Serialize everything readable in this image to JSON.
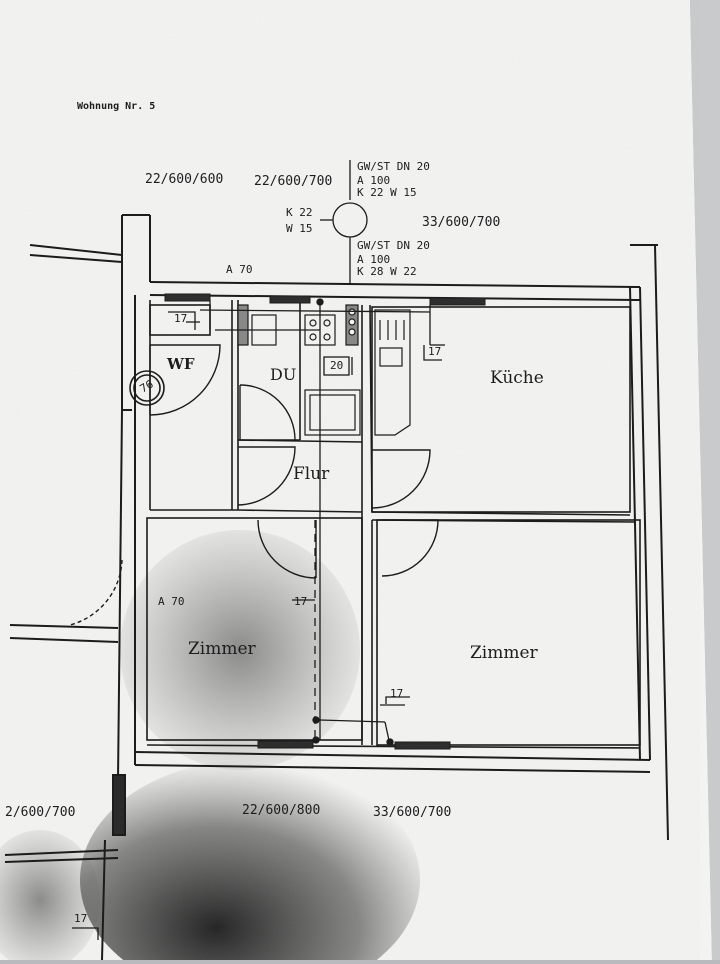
{
  "document": {
    "title": "Wohnung Nr. 5"
  },
  "pipe_specs": {
    "top_left_1": "22/600/600",
    "top_left_2": "22/600/700",
    "top_right": "33/600/700",
    "bottom_left": "2/600/700",
    "bottom_center": "22/600/800",
    "bottom_right": "33/600/700"
  },
  "riser_upper": {
    "line1": "GW/ST  DN 20",
    "line2": "A 100",
    "line3": "K 22    W 15"
  },
  "riser_side": {
    "k": "K 22",
    "w": "W 15"
  },
  "riser_lower": {
    "line1": "GW/ST  DN 20",
    "line2": "A 100",
    "line3": "K 28    W 22"
  },
  "dimensions": {
    "a70_top": "A 70",
    "a70_left": "A 70"
  },
  "rooms": {
    "wf": "WF",
    "du": "DU",
    "kueche": "Küche",
    "flur": "Flur",
    "zimmer_left": "Zimmer",
    "zimmer_right": "Zimmer"
  },
  "markers": {
    "m17_a": "17",
    "m17_b": "17",
    "m17_c": "17",
    "m17_d": "17",
    "m17_e": "17",
    "m20": "20",
    "wf_circle": "76"
  }
}
